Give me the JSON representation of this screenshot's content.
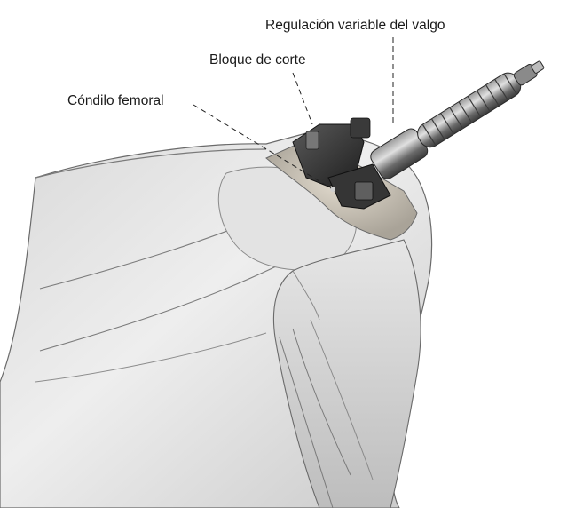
{
  "labels": {
    "valgus_adjustment": "Regulación variable del valgo",
    "cutting_block": "Bloque de corte",
    "femoral_condyle": "Cóndilo femoral"
  },
  "colors": {
    "text": "#1a1a1a",
    "leader": "#222222",
    "skin_light": "#e9e9e9",
    "skin_mid": "#cfcfcf",
    "skin_dark": "#9a9a9a",
    "outline": "#555555",
    "bone": "#d8d2c6",
    "instrument_dark": "#2e2e2e",
    "instrument_mid": "#6f6f6f"
  }
}
